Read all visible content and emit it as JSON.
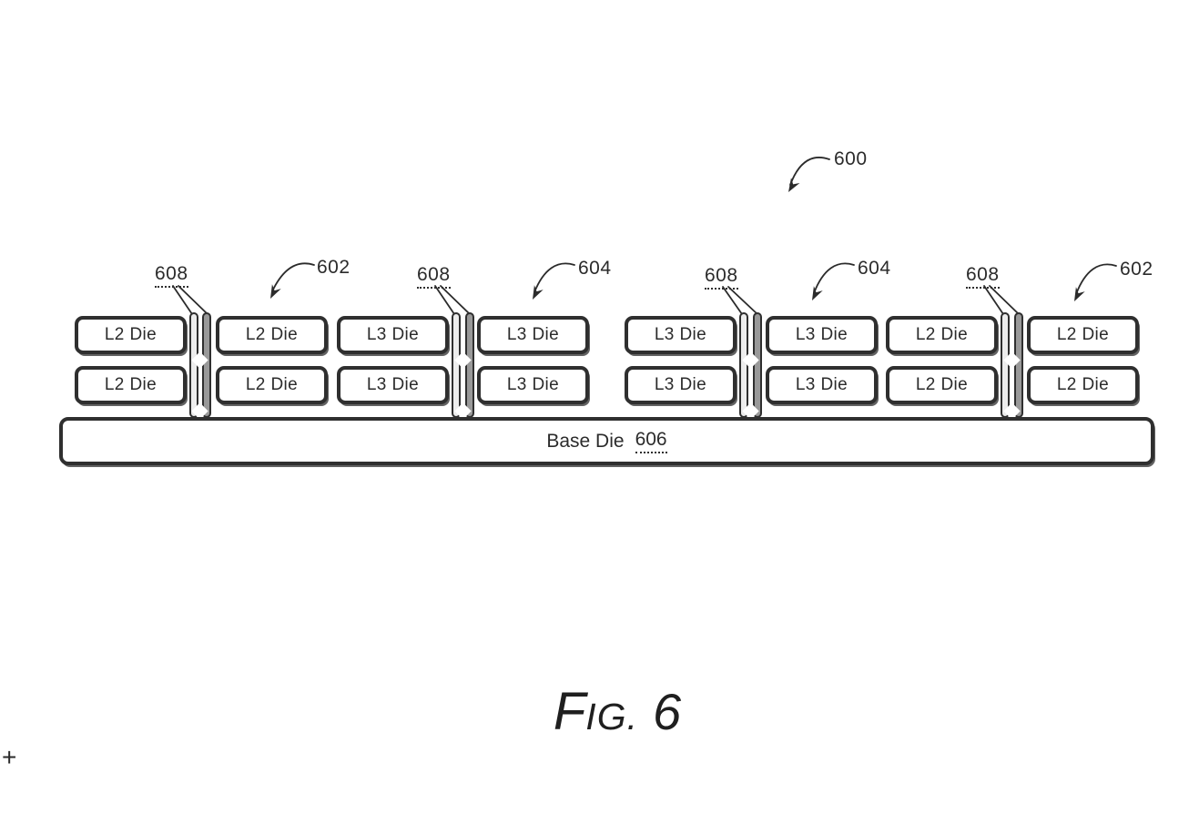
{
  "figure": {
    "ref": "600",
    "caption": {
      "prefix": "F",
      "small": "IG.",
      "number": "6"
    },
    "registration_mark": "+"
  },
  "base_die": {
    "label": "Base Die",
    "ref": "606"
  },
  "groups": [
    {
      "ref": "602",
      "connector_ref": "608",
      "dies": [
        "L2 Die",
        "L2 Die",
        "L2 Die",
        "L2 Die"
      ]
    },
    {
      "ref": "604",
      "connector_ref": "608",
      "dies": [
        "L3 Die",
        "L3 Die",
        "L3 Die",
        "L3 Die"
      ]
    },
    {
      "ref": "604",
      "connector_ref": "608",
      "dies": [
        "L3 Die",
        "L3 Die",
        "L3 Die",
        "L3 Die"
      ]
    },
    {
      "ref": "602",
      "connector_ref": "608",
      "dies": [
        "L2 Die",
        "L2 Die",
        "L2 Die",
        "L2 Die"
      ]
    }
  ],
  "colors": {
    "ink": "#2b2b2b",
    "background": "#ffffff",
    "strip_light": "#ededed",
    "strip_dark": "#999999"
  }
}
